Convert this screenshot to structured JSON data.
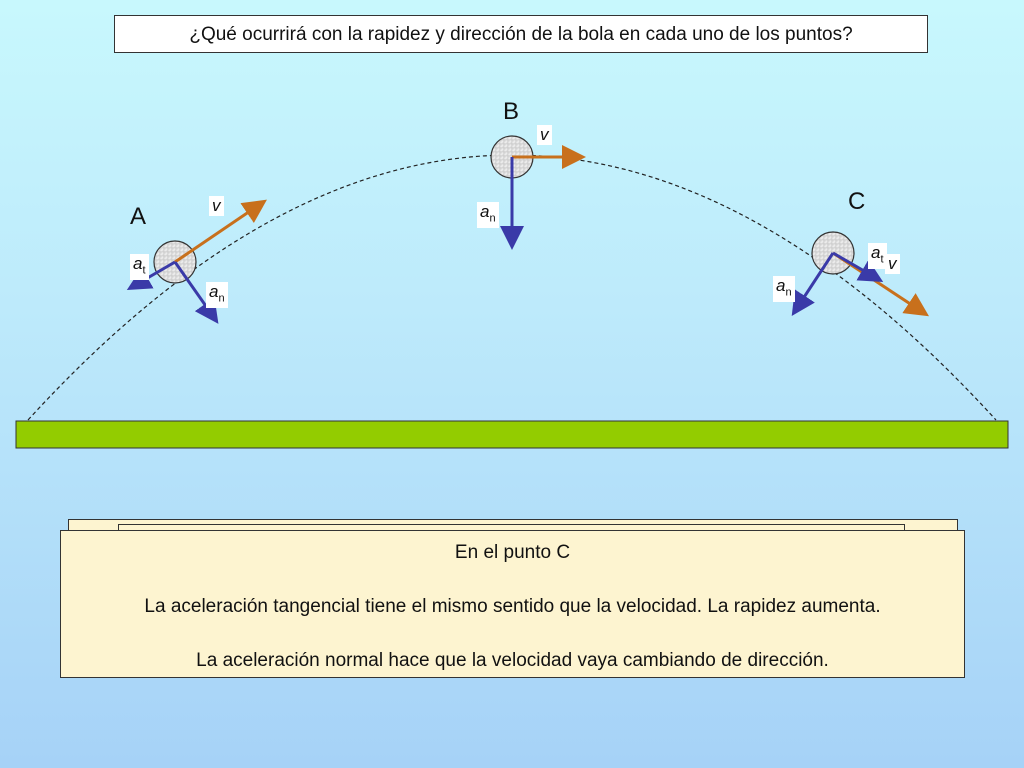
{
  "question": "¿Qué ocurrirá con la rapidez y dirección de la bola en cada uno de los puntos?",
  "points": {
    "a": "A",
    "b": "B",
    "c": "C"
  },
  "vectors": {
    "v": "v",
    "a": "a",
    "t": "t",
    "n": "n"
  },
  "colors": {
    "velocity": "#c8701c",
    "acceleration": "#3a3aa8",
    "ground": "#93cc00"
  },
  "answer": {
    "title": "En el punto C",
    "line1": "La aceleración tangencial tiene el mismo sentido que la velocidad. La rapidez aumenta.",
    "line2": "La aceleración normal hace que la velocidad vaya cambiando de dirección."
  }
}
